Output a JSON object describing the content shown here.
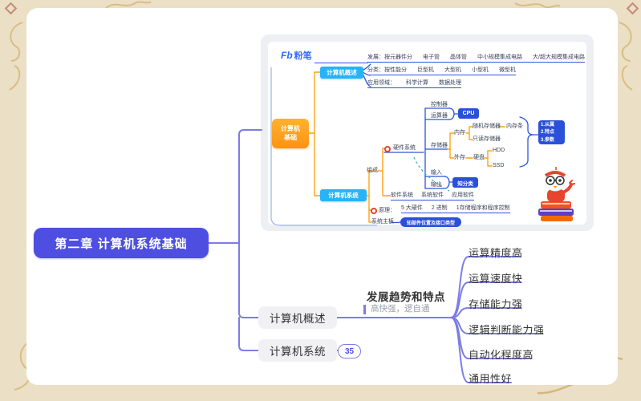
{
  "colors": {
    "accent_purple": "#7b7de4",
    "title_bg": "#4e4fe0",
    "embed_blue": "#2b50d8",
    "embed_cyan": "#27b3f7",
    "embed_orange": "#ffa215",
    "logo_blue": "#2f6bff"
  },
  "main": {
    "chapter_title": "第二章 计算机系统基础",
    "overview_node": "计算机概述",
    "system_node": "计算机系统",
    "system_badge": "35",
    "trend_label": "发展趋势和特点",
    "trend_note": "高快强，逻自通",
    "features": [
      "运算精度高",
      "运算速度快",
      "存储能力强",
      "逻辑判断能力强",
      "自动化程度高",
      "通用性好"
    ]
  },
  "embed": {
    "logo_fb": "Fb",
    "logo_name": "粉笔",
    "root_line1": "计算机",
    "root_line2": "基础",
    "overview": {
      "node": "计算机概述",
      "dev": [
        "发展：按元器件分",
        "电子管",
        "晶体管",
        "中小规模集成电路",
        "大/超大规模集成电路"
      ],
      "cls": [
        "分类：按性能分",
        "巨型机",
        "大型机",
        "小型机",
        "微型机"
      ],
      "app": [
        "应用领域：",
        "科学计算",
        "数据处理"
      ]
    },
    "system": {
      "node": "计算机系统",
      "compose": "组成",
      "hw": {
        "label": "硬件系统",
        "ctrl": "控制器",
        "alu": "运算器",
        "mem": "存储器",
        "input": "输入",
        "output": "输出",
        "cpu": "CPU",
        "mem_in": "内存",
        "ram": "随机存储器",
        "ram_note": "内存条",
        "rom": "只读存储器",
        "mem_ext": "外存",
        "disk": "硬盘",
        "hdd": "HDD",
        "ssd": "SSD",
        "mem_points": [
          "1.从属",
          "2.特点",
          "3.参数"
        ],
        "io_note": "知分类"
      },
      "sw": [
        "软件系统",
        "系统软件",
        "应用软件"
      ],
      "principle_label": "原理：",
      "principle": [
        "5 大硬件",
        "2 进制",
        "1存储程序和程序控制"
      ],
      "mainboard": "系统主板",
      "mainboard_note": "知部件位置及接口类型"
    }
  }
}
